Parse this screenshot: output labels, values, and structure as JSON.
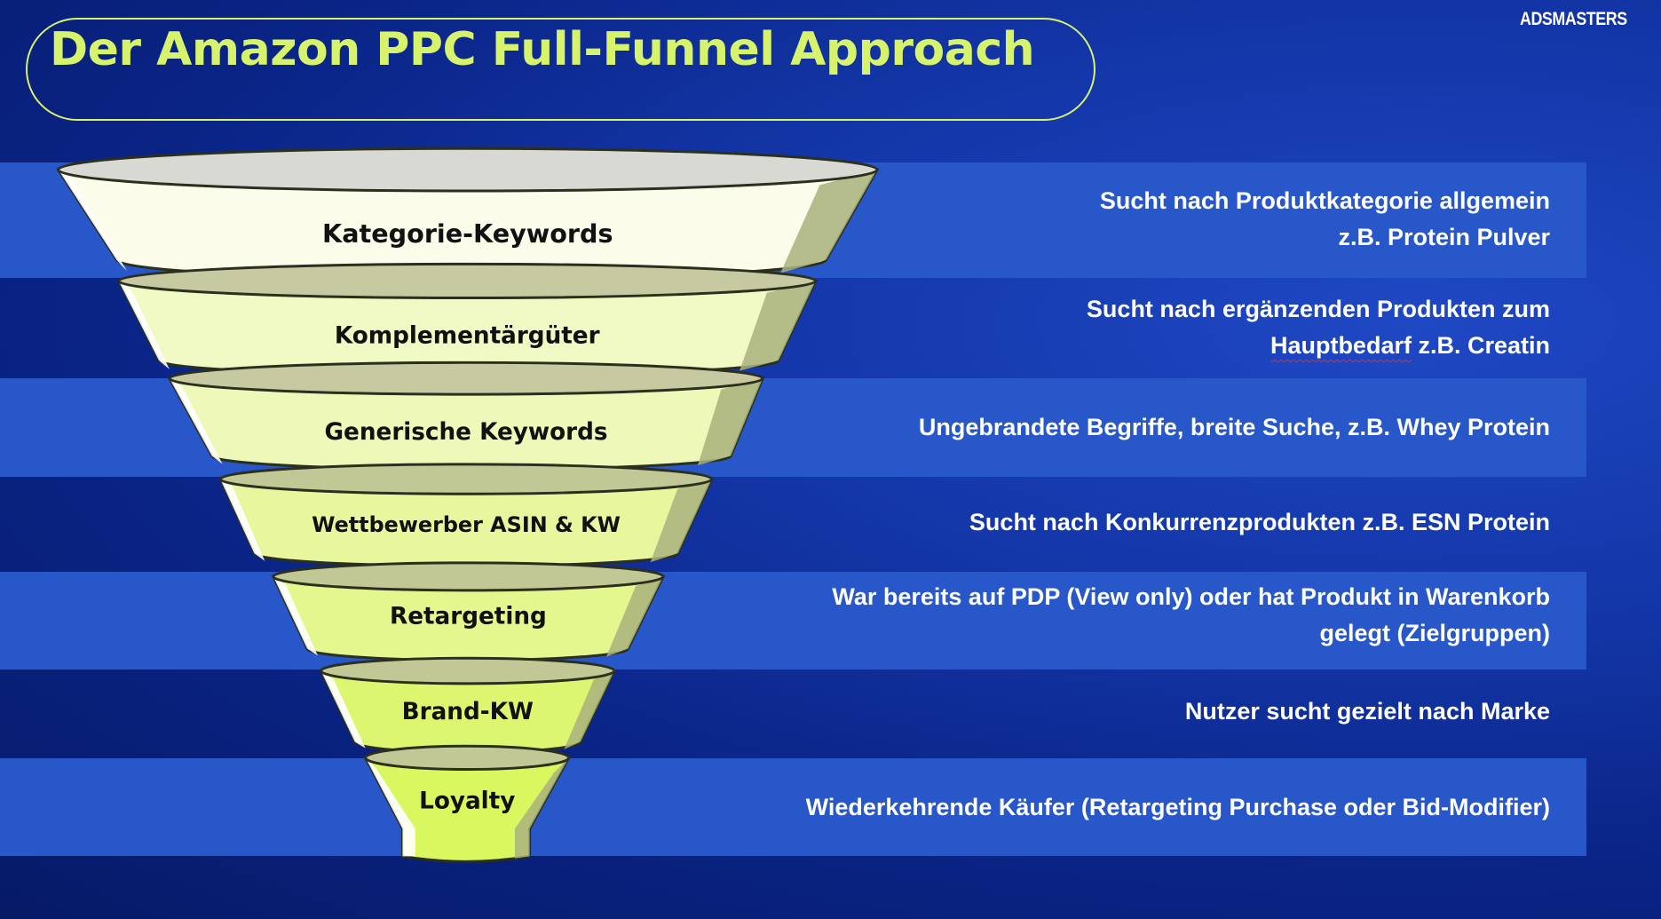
{
  "title": "Der Amazon PPC Full-Funnel Approach",
  "brand": "ADSMASTERS",
  "stages": [
    {
      "label": "Kategorie-Keywords",
      "desc_line1": "Sucht nach Produktkategorie allgemein",
      "desc_line2": "z.B. Protein Pulver"
    },
    {
      "label": "Komplementärgüter",
      "desc_line1": "Sucht nach ergänzenden Produkten zum",
      "desc_line2_underlined": "Hauptbedarf",
      "desc_line2": " z.B. Creatin"
    },
    {
      "label": "Generische Keywords",
      "desc_line1": "Ungebrandete Begriffe, breite Suche, z.B. Whey Protein"
    },
    {
      "label": "Wettbewerber ASIN & KW",
      "desc_line1": "Sucht nach Konkurrenzprodukten z.B. ESN Protein"
    },
    {
      "label": "Retargeting",
      "desc_line1": "War bereits auf PDP (View only) oder hat Produkt in Warenkorb",
      "desc_line2": "gelegt (Zielgruppen)"
    },
    {
      "label": "Brand-KW",
      "desc_line1": "Nutzer sucht gezielt nach Marke"
    },
    {
      "label": "Loyalty",
      "desc_line1": "Wiederkehrende Käufer (Retargeting Purchase oder Bid-Modifier)"
    }
  ],
  "colors": {
    "accent": "#d7f36b",
    "band": "#2757c8"
  }
}
